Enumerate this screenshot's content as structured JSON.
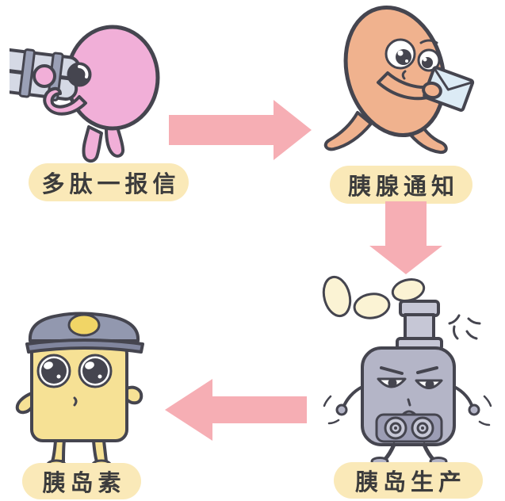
{
  "flow": {
    "steps": [
      {
        "label": "多肽一报信",
        "character": "pink-polypeptide-blob-with-binoculars"
      },
      {
        "label": "胰腺通知",
        "character": "peach-pancreas-running-with-letter"
      },
      {
        "label": "胰岛生产",
        "character": "gray-islet-machine-producing-beans"
      },
      {
        "label": "胰岛素",
        "character": "yellow-insulin-guard-with-police-cap"
      }
    ],
    "arrows": [
      {
        "from": 1,
        "to": 2,
        "direction": "right"
      },
      {
        "from": 2,
        "to": 3,
        "direction": "down"
      },
      {
        "from": 3,
        "to": 4,
        "direction": "left"
      }
    ]
  },
  "colors": {
    "arrow_pink": "#F6AEB4",
    "label_bg": "#FAE9B8",
    "label_text": "#3C3C3C",
    "outline": "#45454F",
    "blob_pink": "#F1AFD8",
    "steel_light": "#D5D9E5",
    "steel_dark": "#9AA0B6",
    "peach": "#F0B28E",
    "envelope_blue": "#DCEBF5",
    "machine_gray": "#B4B5C7",
    "machine_gray_light": "#C6C7D6",
    "machine_gray_dark": "#9C9DB4",
    "bean_cream": "#FBF3D4",
    "insulin_yellow": "#F6E195",
    "cap_slate": "#9298AF",
    "cap_slate_dark": "#81869E",
    "badge_yellow": "#F1D566"
  }
}
